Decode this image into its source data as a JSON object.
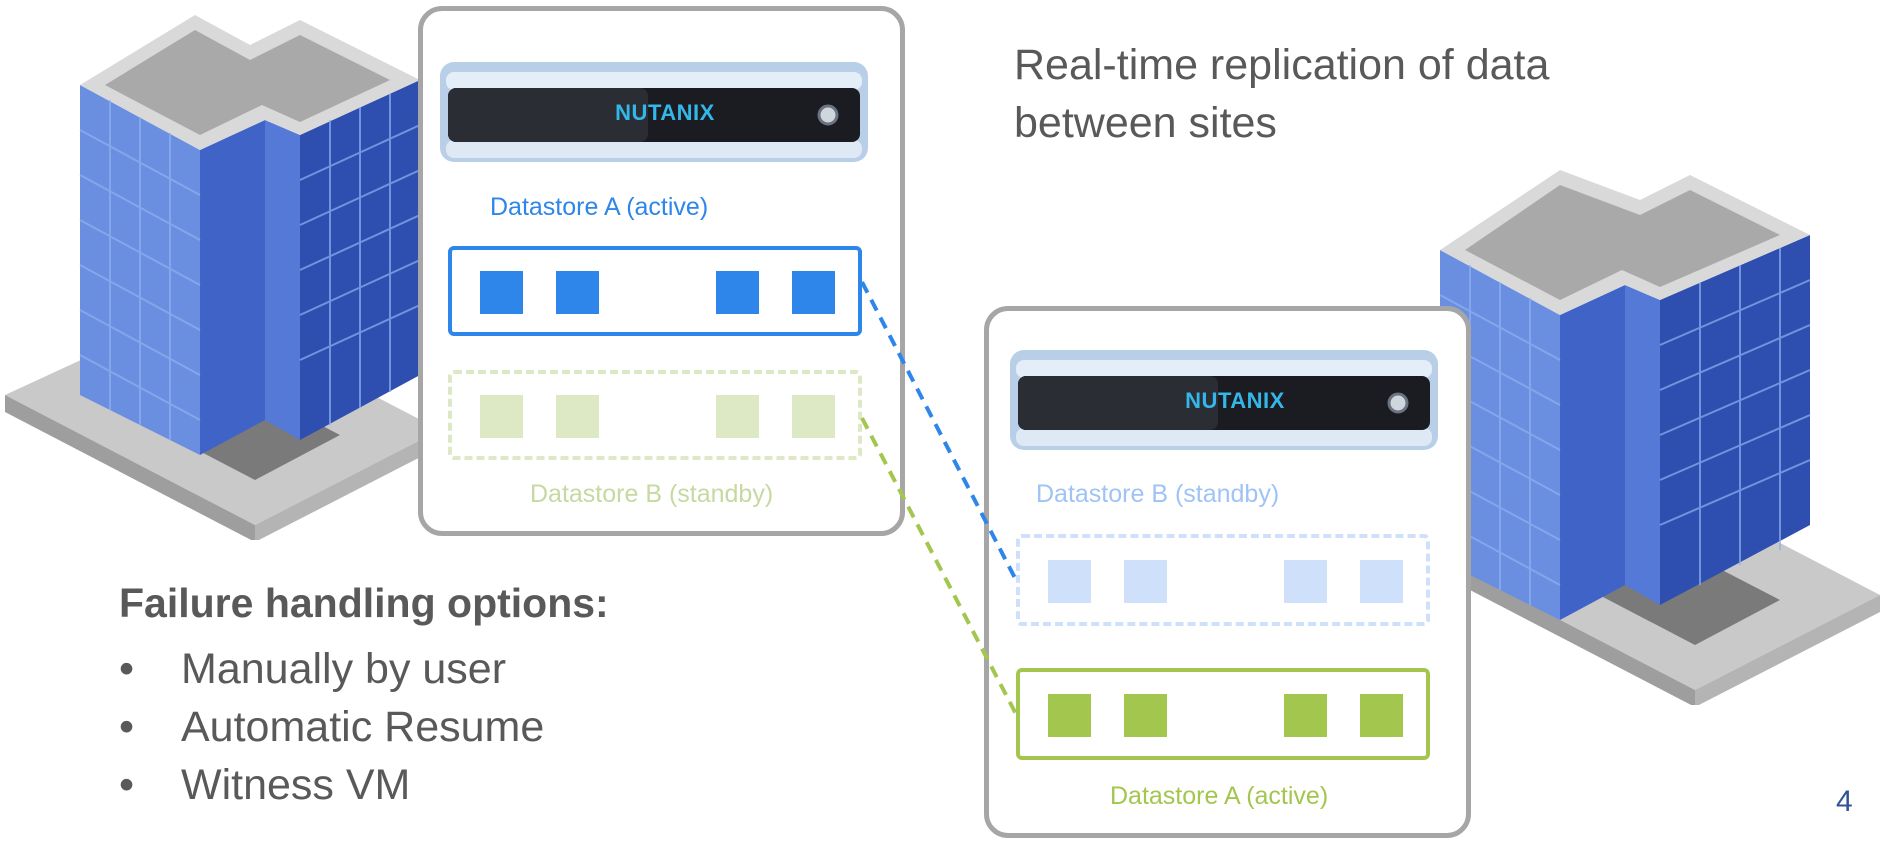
{
  "headline": "Real-time replication of data between sites",
  "site_left": {
    "server_brand": "NUTANIX",
    "datastore_a_label": "Datastore A (active)",
    "datastore_b_label": "Datastore B (standby)"
  },
  "site_right": {
    "server_brand": "NUTANIX",
    "datastore_b_label": "Datastore B (standby)",
    "datastore_a_label": "Datastore A (active)"
  },
  "failure_handling": {
    "title": "Failure handling options:",
    "options": [
      {
        "bullet": "•",
        "text": "Manually by user"
      },
      {
        "bullet": "•",
        "text": "Automatic Resume"
      },
      {
        "bullet": "•",
        "text": "Witness VM"
      }
    ]
  },
  "page_number": "4",
  "colors": {
    "blue_active": "#2e86ea",
    "blue_standby": "#cfe0fb",
    "green_active": "#a3c64e",
    "green_standby": "#dde9c4",
    "card_border": "#a6a6a6",
    "text": "#595959"
  }
}
